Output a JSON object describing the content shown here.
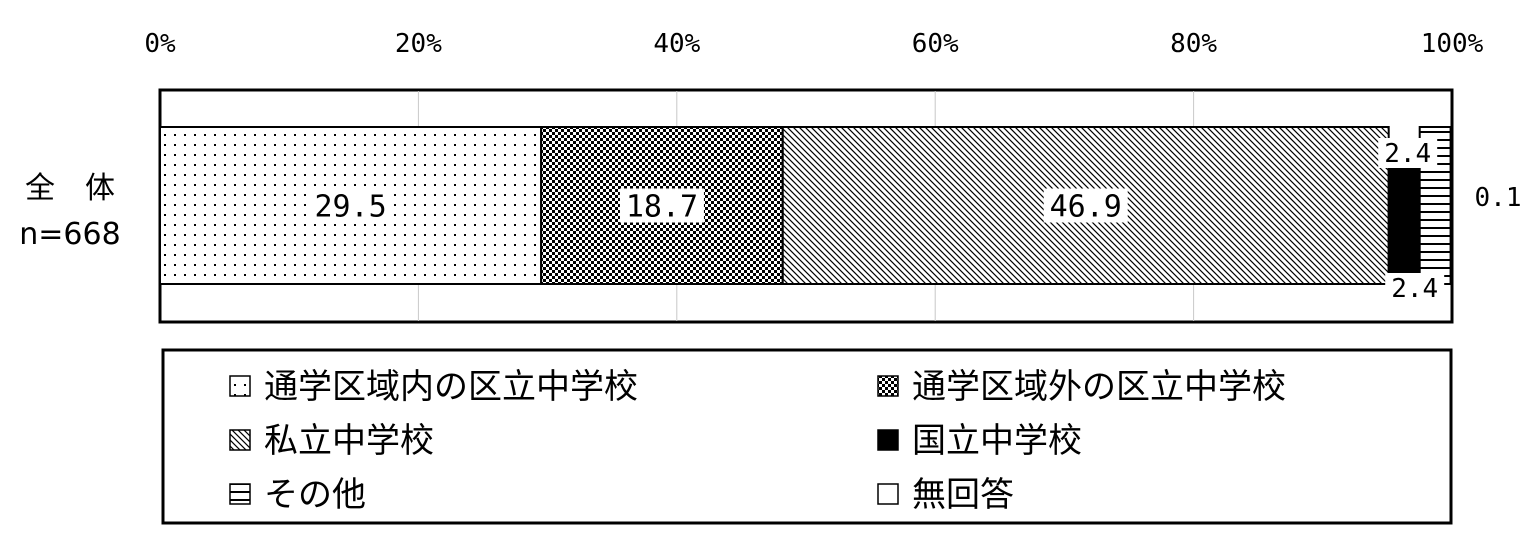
{
  "chart_data": {
    "type": "bar",
    "orientation": "horizontal",
    "stacked": true,
    "categories": [
      "全　体\nn=668"
    ],
    "category_lines": [
      "全　体",
      "n=668"
    ],
    "series": [
      {
        "name": "通学区域内の区立中学校",
        "values": [
          29.5
        ],
        "label": "29.5",
        "pattern": "dots"
      },
      {
        "name": "通学区域外の区立中学校",
        "values": [
          18.7
        ],
        "label": "18.7",
        "pattern": "checker"
      },
      {
        "name": "私立中学校",
        "values": [
          46.9
        ],
        "label": "46.9",
        "pattern": "diagonal"
      },
      {
        "name": "国立中学校",
        "values": [
          2.4
        ],
        "label": "2.4",
        "pattern": "solid"
      },
      {
        "name": "その他",
        "values": [
          2.4
        ],
        "label": "2.4",
        "pattern": "horizontal"
      },
      {
        "name": "無回答",
        "values": [
          0.1
        ],
        "label": "0.1",
        "pattern": "white"
      }
    ],
    "x_ticks": [
      "0%",
      "20%",
      "40%",
      "60%",
      "80%",
      "100%"
    ],
    "xlim": [
      0,
      100
    ],
    "grid": true,
    "legend_position": "bottom"
  },
  "colors": {
    "ink": "#000000",
    "background": "#ffffff"
  }
}
